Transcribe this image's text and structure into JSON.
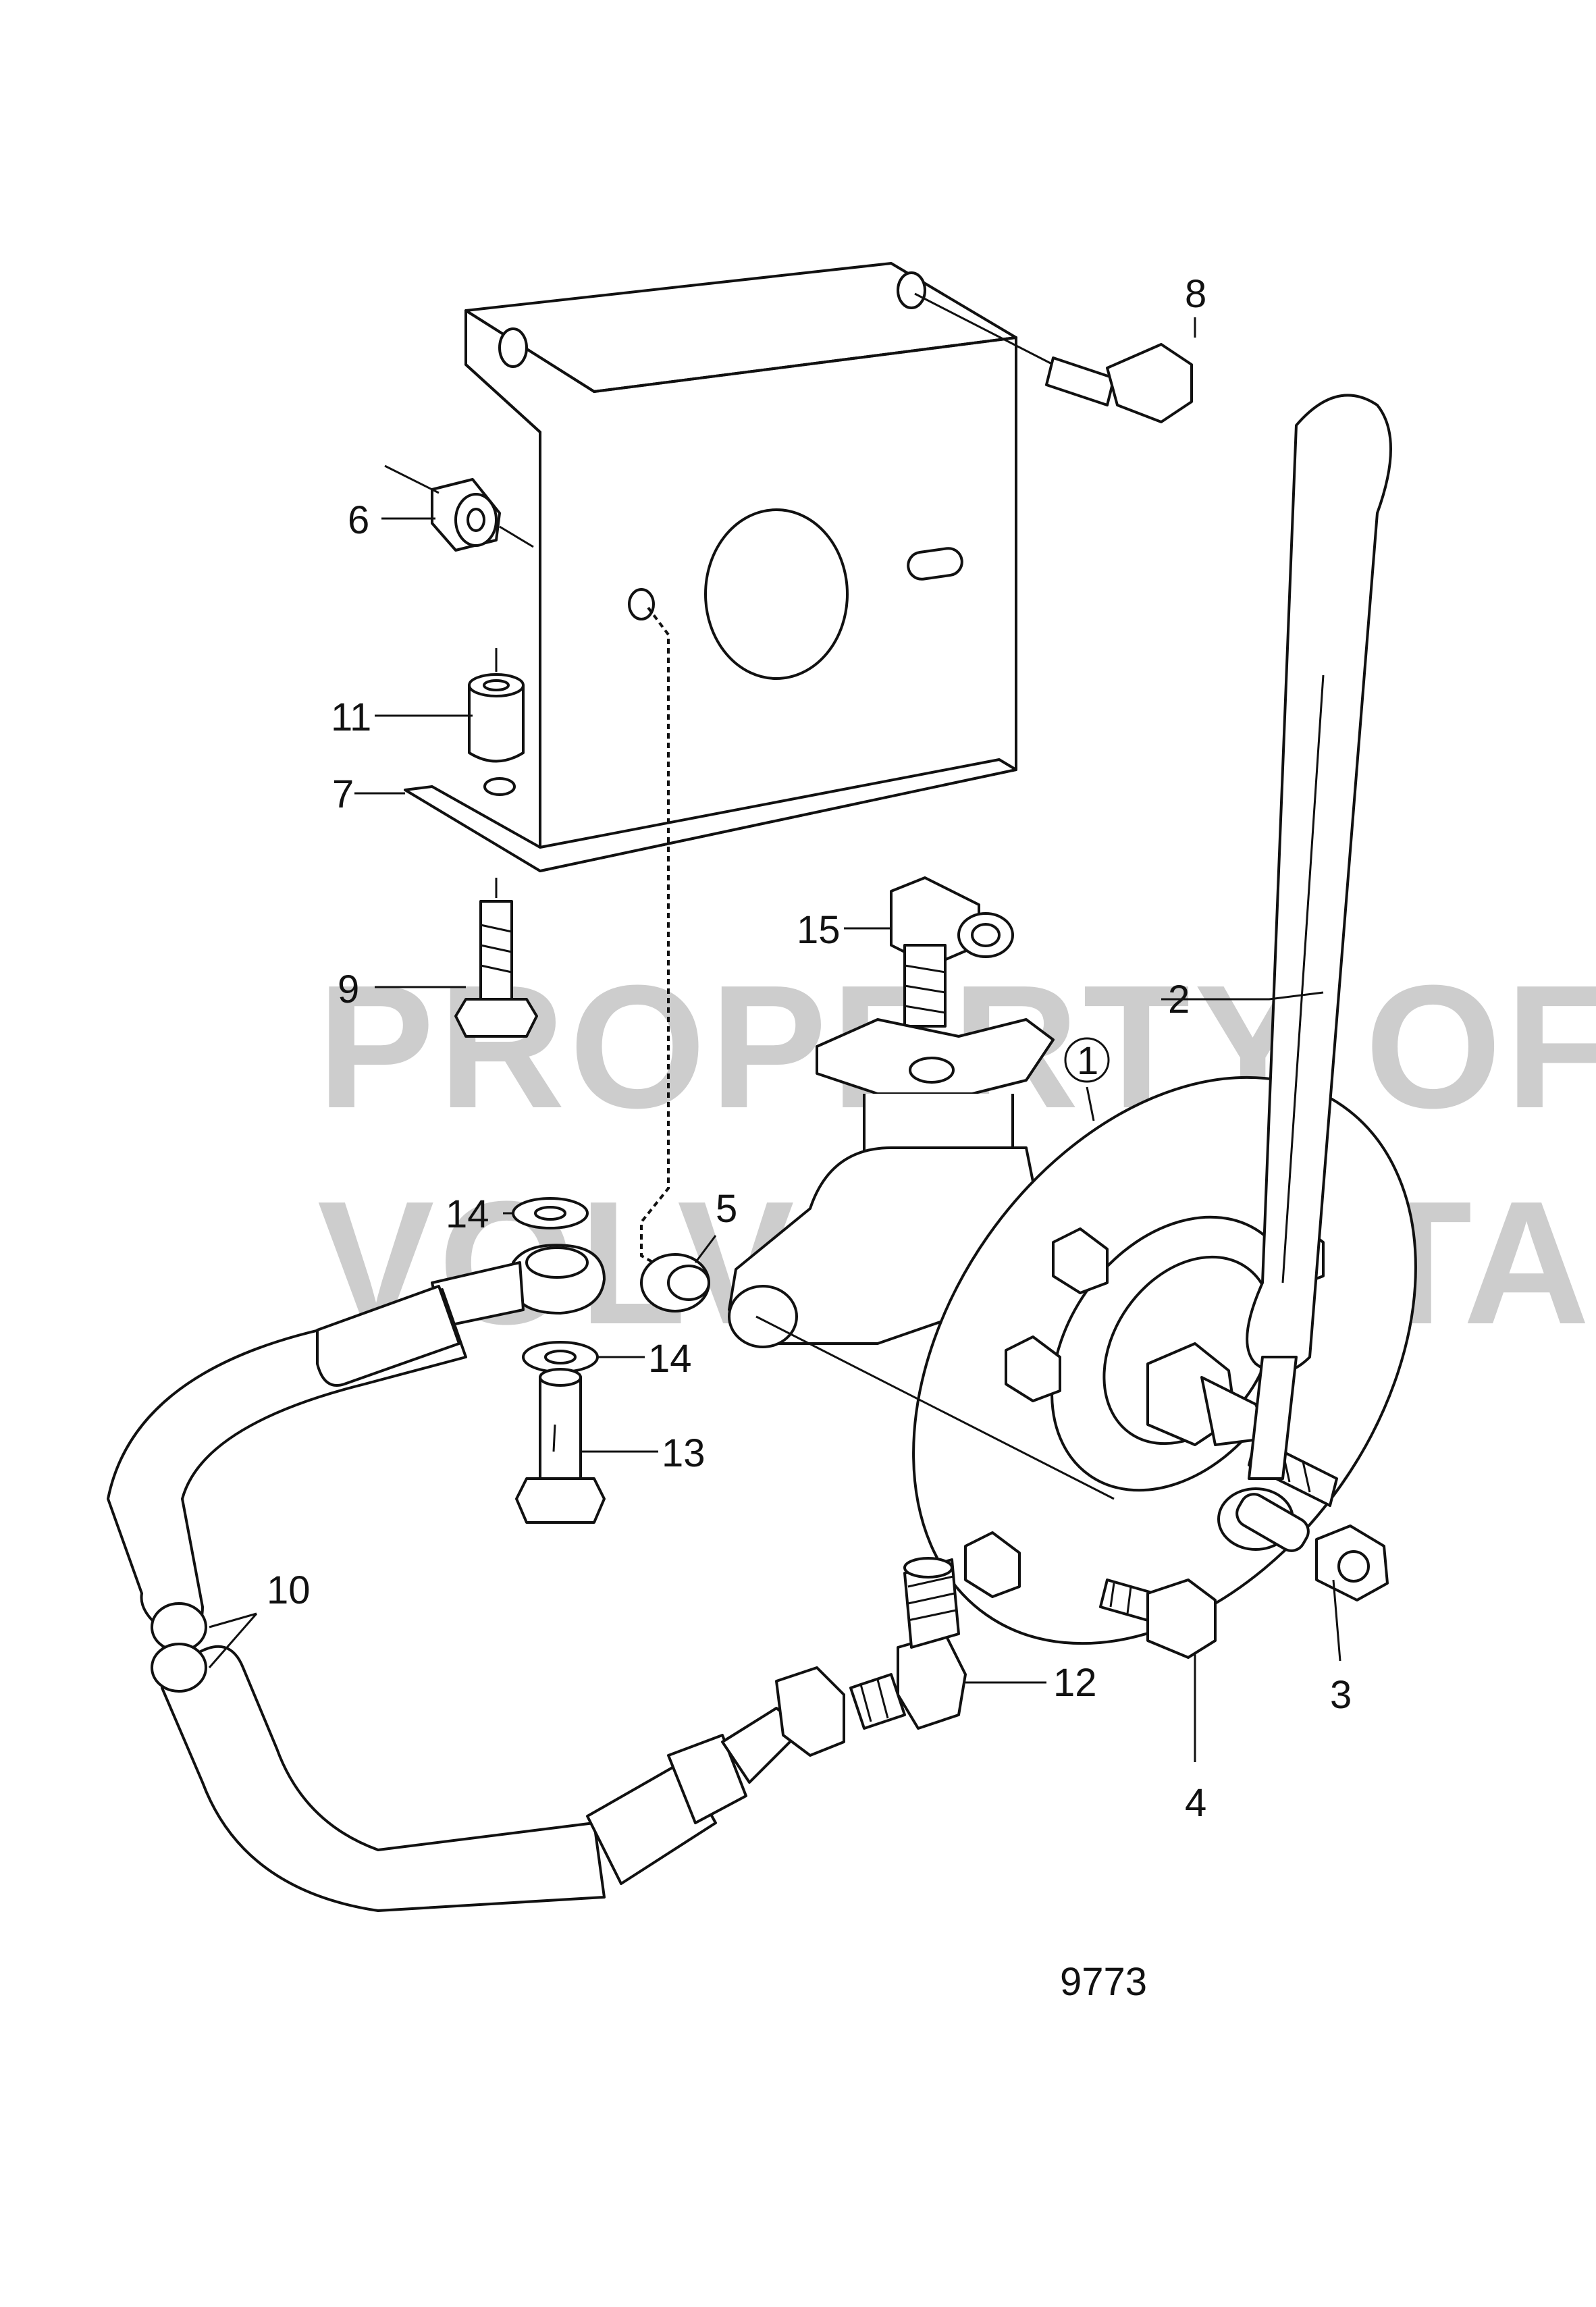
{
  "watermark": {
    "line1": "PROPERTY OF",
    "line2": "VOLVO PENTA"
  },
  "figure_number": "9773",
  "callouts": [
    {
      "id": "1",
      "part": "pump-body"
    },
    {
      "id": "2",
      "part": "handle"
    },
    {
      "id": "3",
      "part": "nut"
    },
    {
      "id": "4",
      "part": "bolt"
    },
    {
      "id": "5",
      "part": "spacer"
    },
    {
      "id": "6",
      "part": "flange-nut"
    },
    {
      "id": "7",
      "part": "bracket"
    },
    {
      "id": "8",
      "part": "flange-bolt"
    },
    {
      "id": "9",
      "part": "screw"
    },
    {
      "id": "10",
      "part": "hose"
    },
    {
      "id": "11",
      "part": "sleeve"
    },
    {
      "id": "12",
      "part": "elbow-nipple"
    },
    {
      "id": "13",
      "part": "banjo-bolt"
    },
    {
      "id": "14",
      "part": "washer"
    },
    {
      "id": "15",
      "part": "angle-connector"
    }
  ]
}
